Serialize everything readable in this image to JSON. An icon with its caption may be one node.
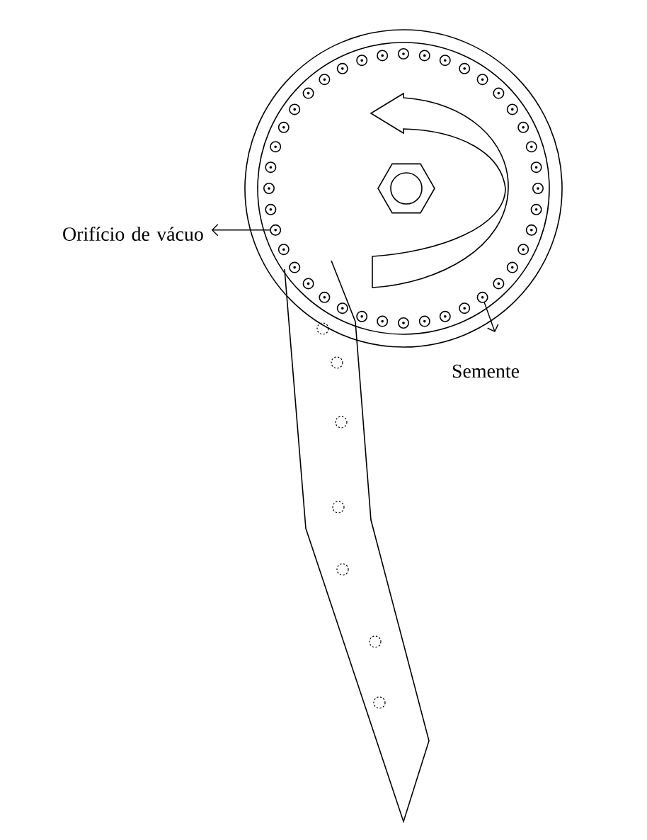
{
  "diagram": {
    "nodes": [
      {
        "text": [
          "Orifício de vácuo"
        ]
      },
      {
        "text": [],
        "shape": "circle"
      },
      {
        "text": [],
        "shape": "circle"
      },
      {
        "text": [
          "Semente"
        ]
      }
    ],
    "edges": [
      {
        "from": 1,
        "to": 0,
        "arrow": "to"
      },
      {
        "from": 2,
        "to": 3,
        "arrow": "to"
      }
    ]
  }
}
